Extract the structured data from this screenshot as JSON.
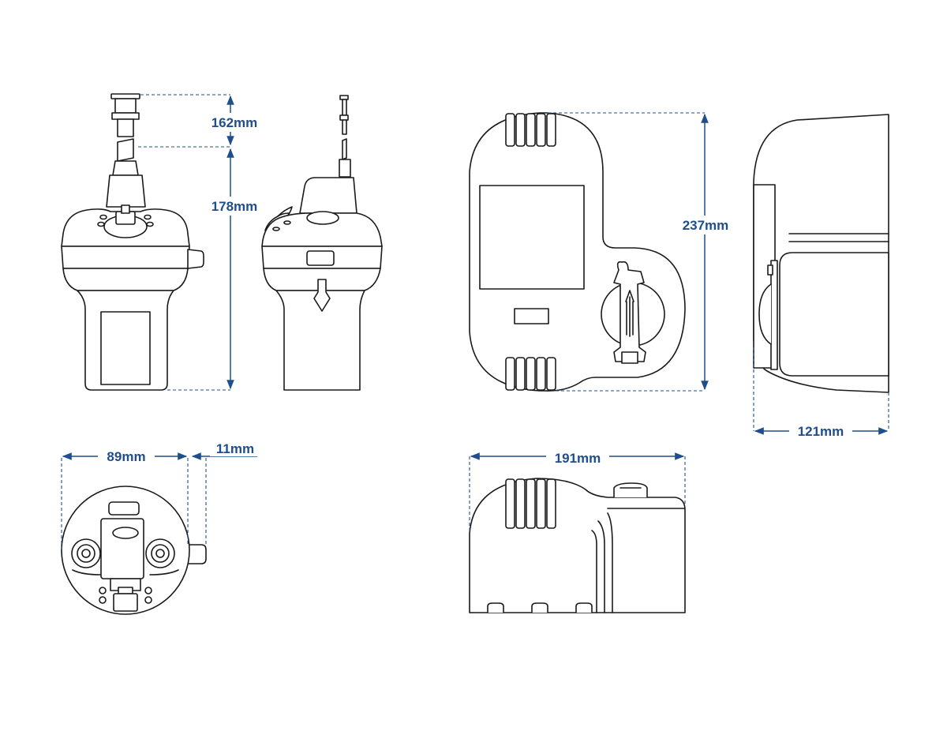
{
  "dimensions": {
    "antenna_height": "162mm",
    "body_height": "178mm",
    "width": "89mm",
    "tab_depth": "11mm",
    "bracket_height": "237mm",
    "bracket_width": "191mm",
    "bracket_depth": "121mm"
  },
  "colors": {
    "dimension": "#1f4e8c",
    "outline": "#1a1a1a",
    "background": "#ffffff"
  }
}
